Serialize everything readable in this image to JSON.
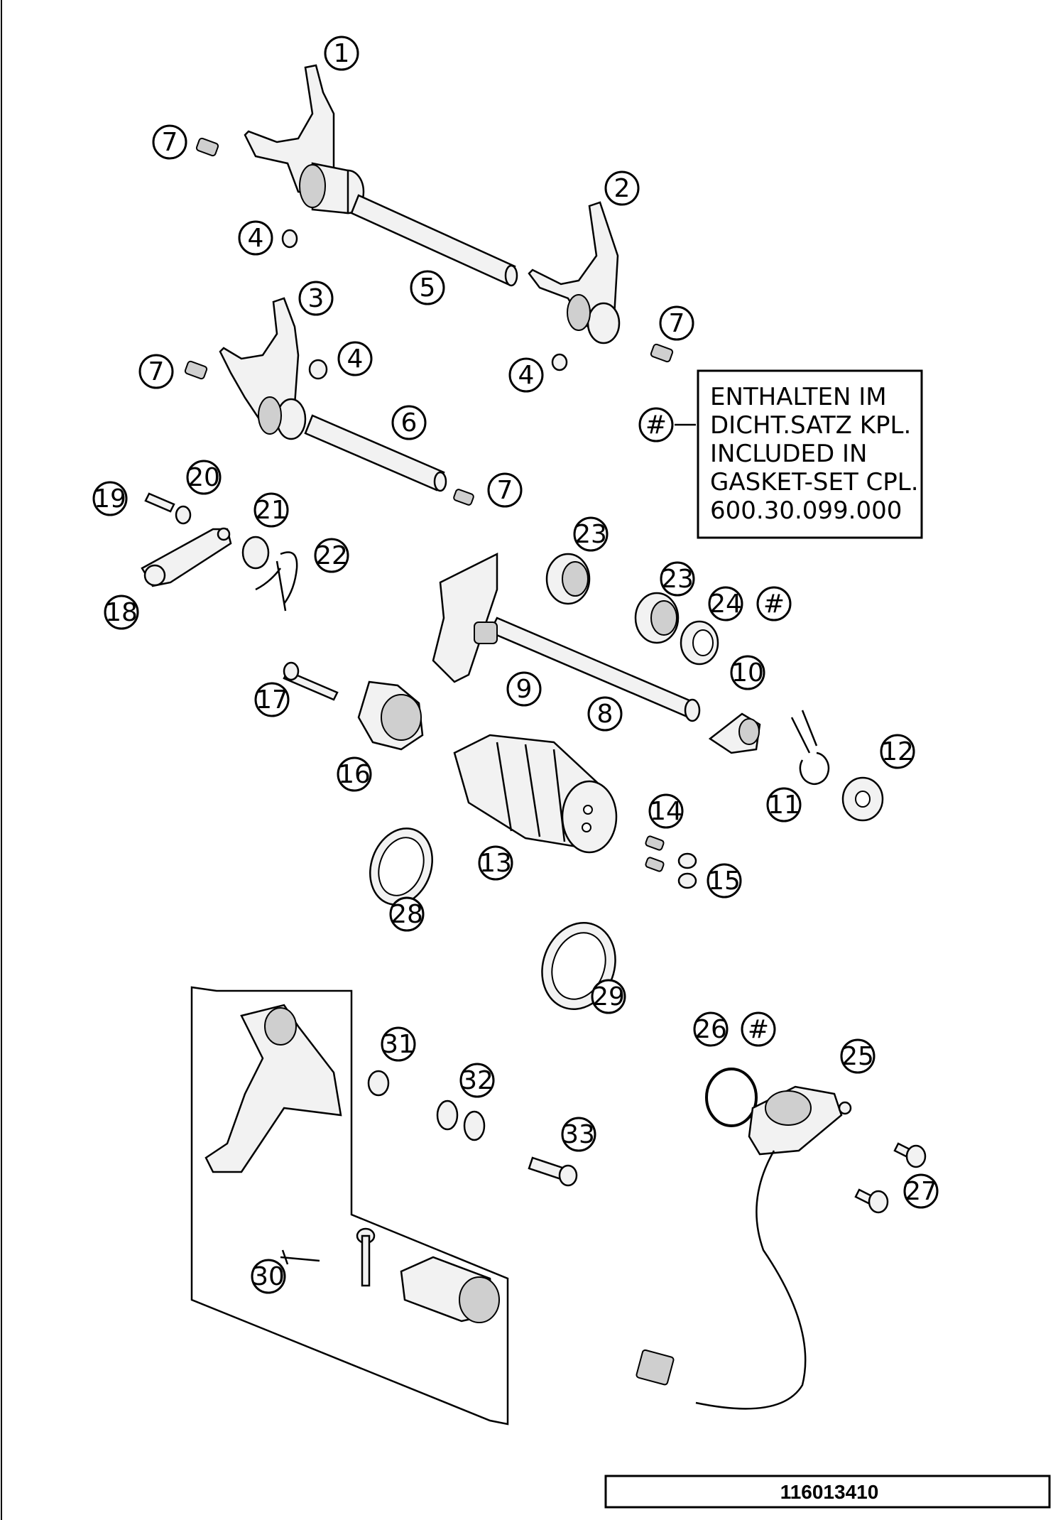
{
  "callouts": [
    "1",
    "2",
    "3",
    "4",
    "4",
    "4",
    "5",
    "6",
    "7",
    "7",
    "7",
    "7",
    "8",
    "9",
    "10",
    "11",
    "12",
    "13",
    "14",
    "15",
    "16",
    "17",
    "18",
    "19",
    "20",
    "21",
    "22",
    "23",
    "23",
    "24",
    "25",
    "26",
    "27",
    "28",
    "29",
    "30",
    "31",
    "32",
    "33",
    "#",
    "#",
    "#"
  ],
  "note": {
    "lines": [
      "ENTHALTEN IM",
      "DICHT.SATZ KPL.",
      "INCLUDED IN",
      "GASKET-SET CPL.",
      "600.30.099.000"
    ]
  },
  "footer": {
    "code": "116013410"
  }
}
